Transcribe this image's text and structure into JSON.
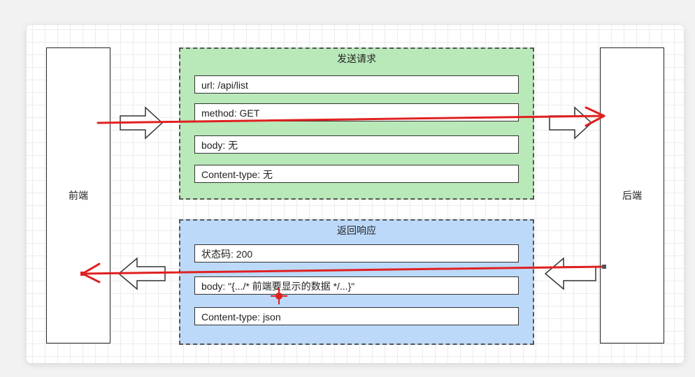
{
  "diagram": {
    "frontend_label": "前端",
    "backend_label": "后端",
    "request": {
      "title": "发送请求",
      "fields": [
        "url: /api/list",
        "method: GET",
        "body: 无",
        "Content-type: 无"
      ]
    },
    "response": {
      "title": "返回响应",
      "fields": [
        "状态码: 200",
        "body: \"{.../* 前端要显示的数据 */...}\"",
        "Content-type: json"
      ]
    }
  },
  "colors": {
    "request_fill": "#b9e8b9",
    "response_fill": "#bcd9f9",
    "annotation": "#e02020"
  }
}
